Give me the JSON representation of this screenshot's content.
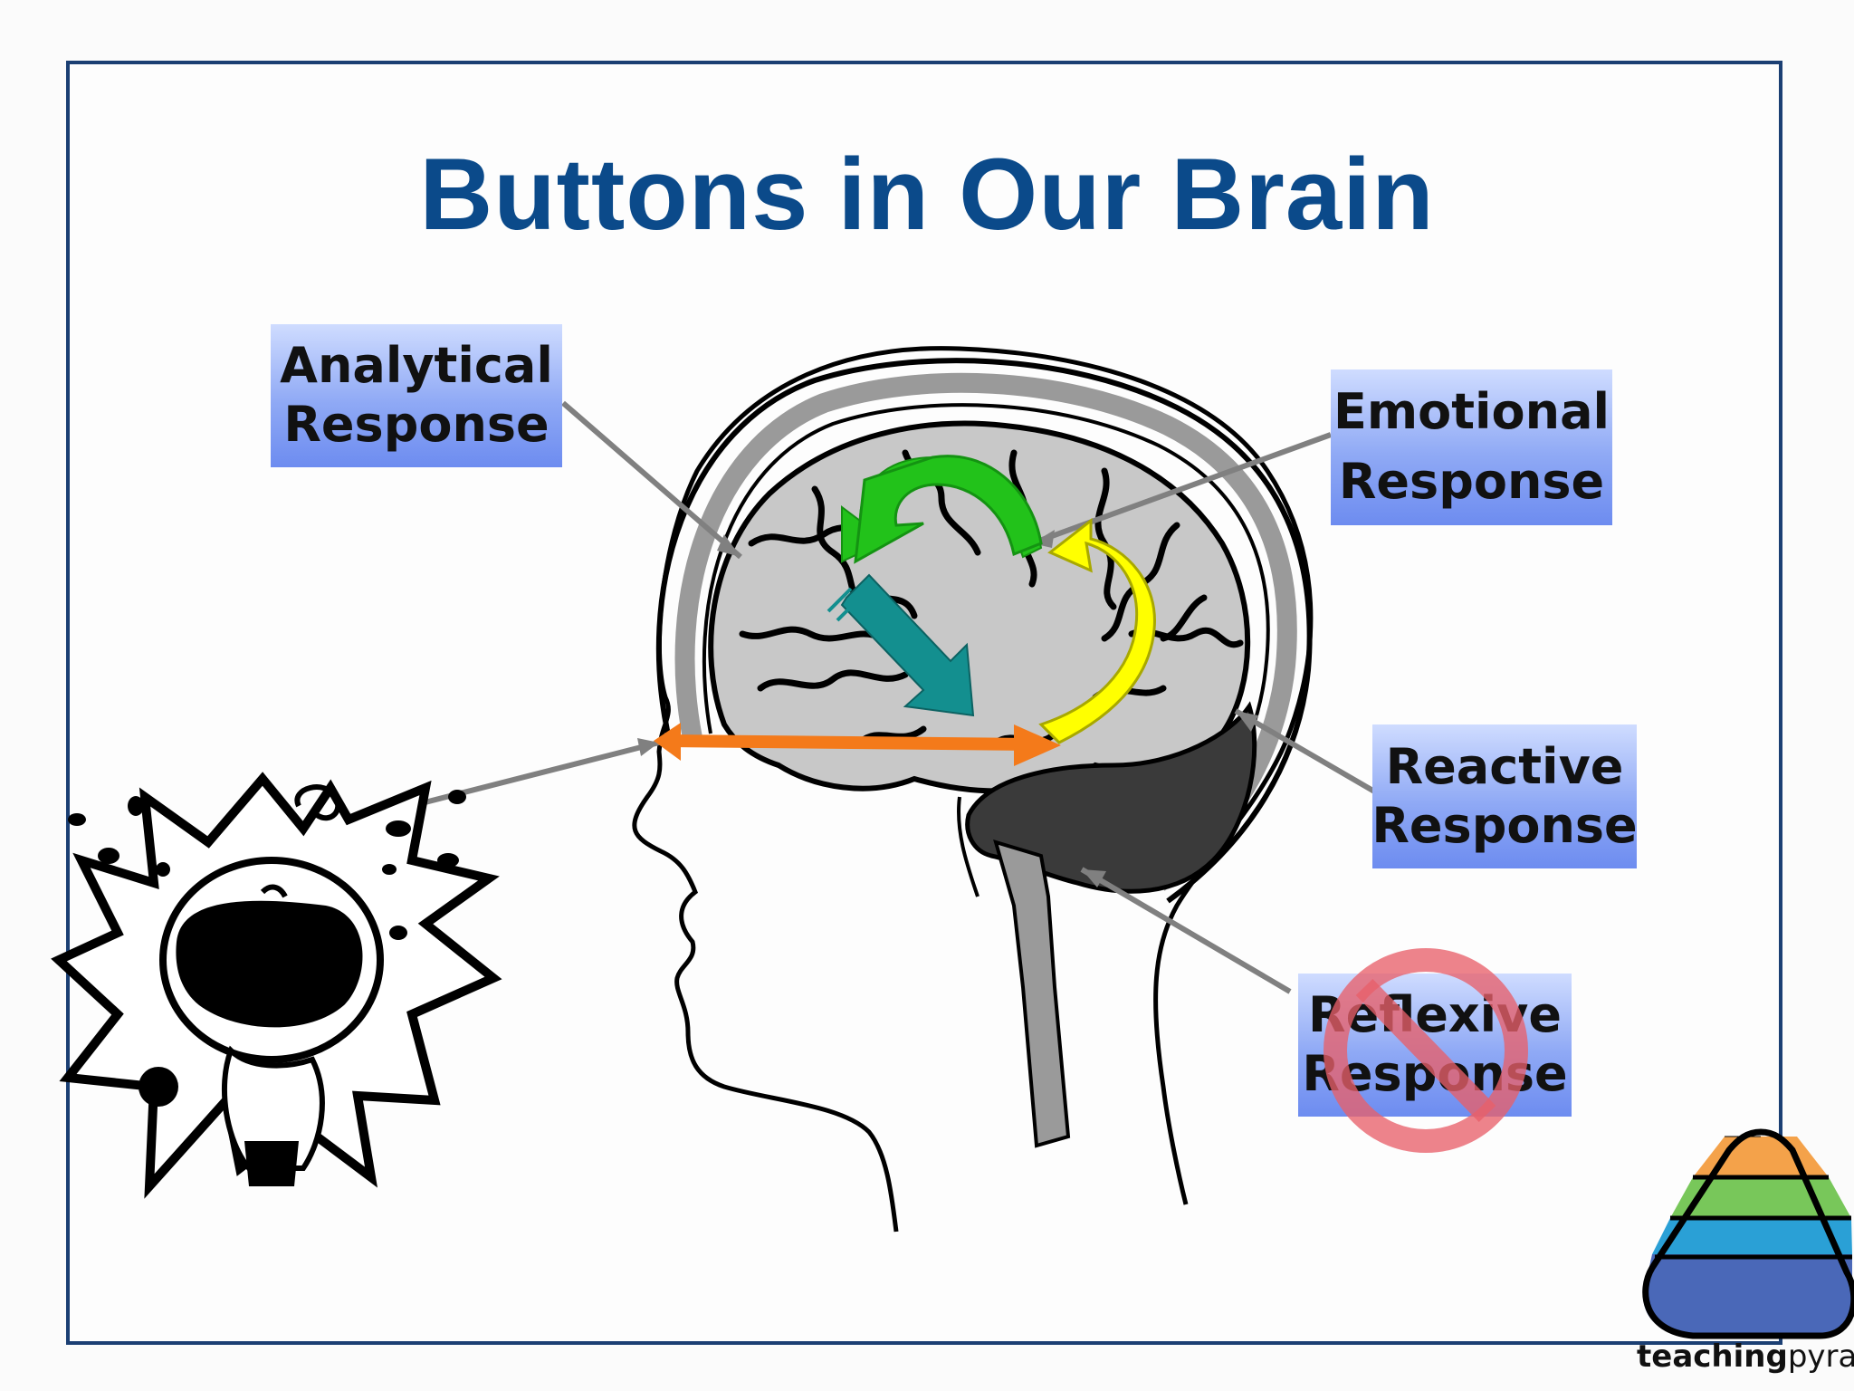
{
  "title": "Buttons in Our Brain",
  "labels": {
    "analytical": {
      "line1": "Analytical",
      "line2": "Response"
    },
    "emotional": {
      "line1": "Emotional",
      "line2": "Response"
    },
    "reactive": {
      "line1": "Reactive",
      "line2": "Response"
    },
    "reflexive": {
      "line1": "Reflexive",
      "line2": "Response"
    }
  },
  "logo": {
    "part1": "teaching",
    "part2": "pyramid"
  },
  "colors": {
    "title": "#0b4a8a",
    "frame": "#1b3f73",
    "green_arrow": "#22c21a",
    "yellow_arrow": "#ffff00",
    "teal_arrow": "#138f8f",
    "orange_arrow": "#f47a1a",
    "no_symbol": "#e8606a"
  }
}
